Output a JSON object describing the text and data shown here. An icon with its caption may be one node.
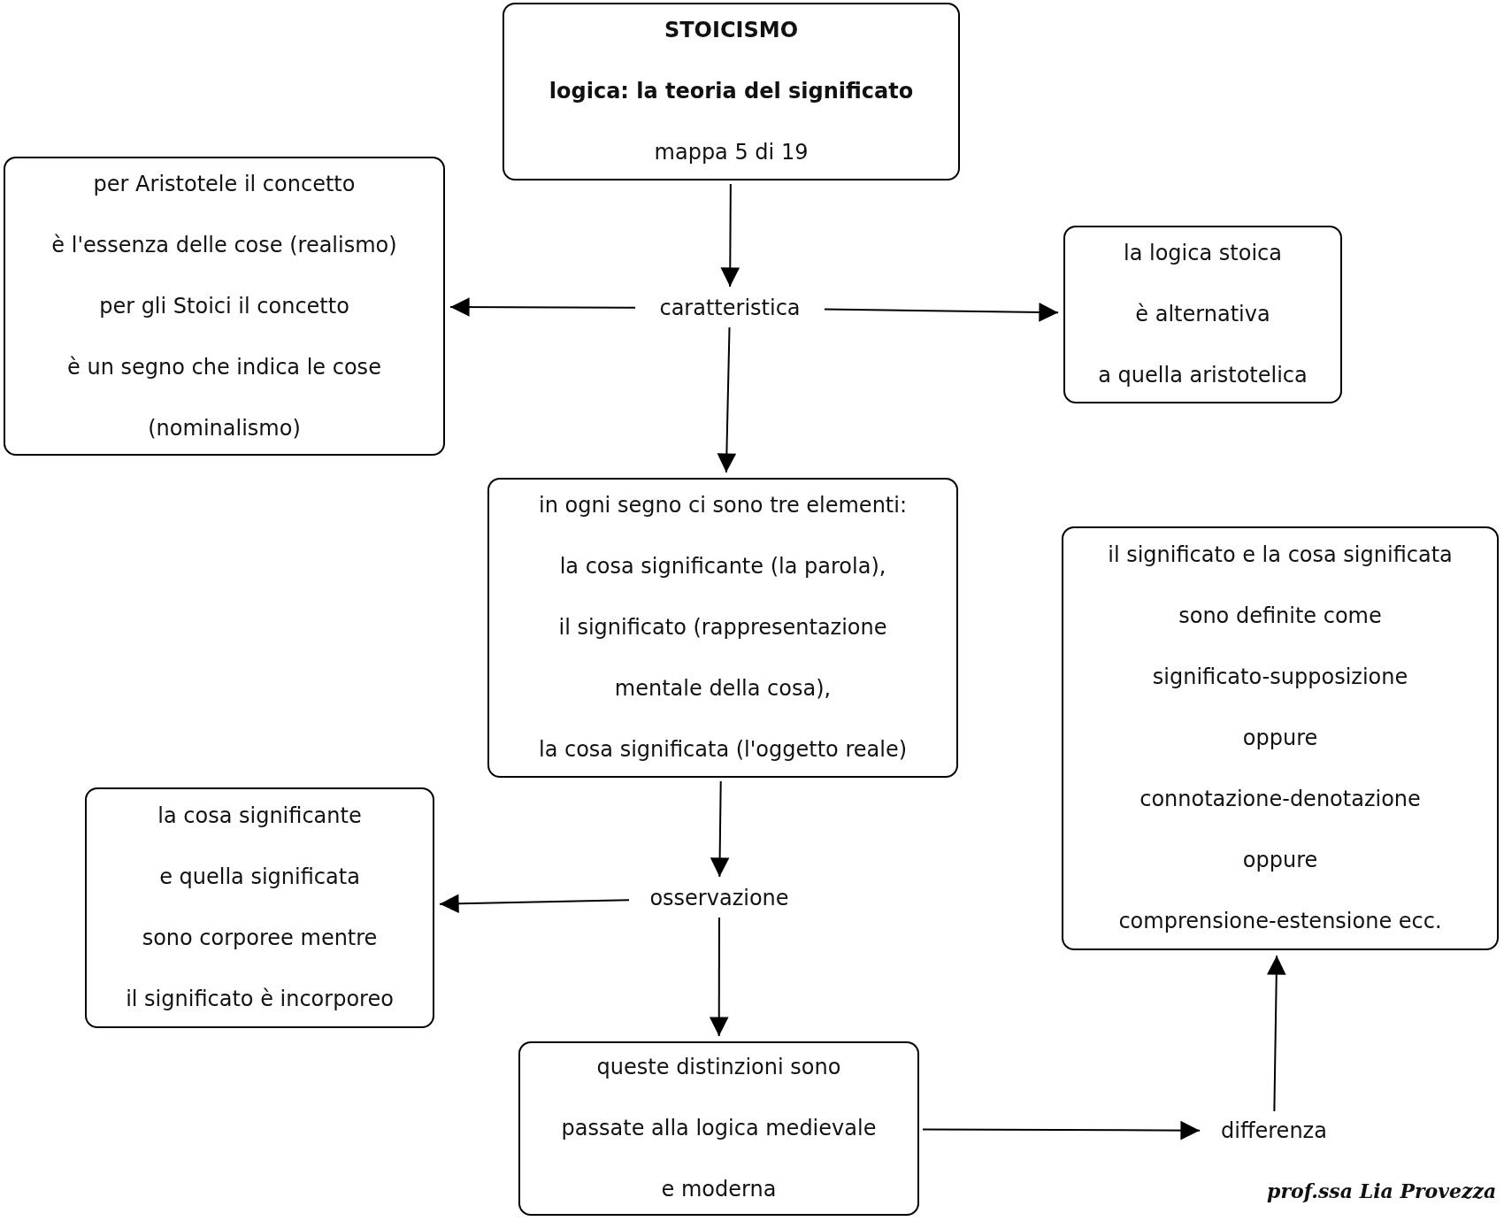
{
  "diagram": {
    "nodes": [
      {
        "text": [
          "STOICISMO",
          "logica: la teoria del significato",
          "mappa 5 di 19"
        ]
      },
      {
        "text": [
          "caratteristica"
        ]
      },
      {
        "text": [
          "per Aristotele il concetto",
          "è l'essenza delle cose (realismo)",
          "per gli Stoici il concetto",
          "è un segno che indica le cose",
          "(nominalismo)"
        ]
      },
      {
        "text": [
          "la logica stoica",
          "è alternativa",
          "a quella aristotelica"
        ]
      },
      {
        "text": [
          "in ogni segno ci sono tre elementi:",
          "la cosa significante (la parola),",
          "il significato (rappresentazione",
          "mentale della cosa),",
          "la cosa significata (l'oggetto reale)"
        ]
      },
      {
        "text": [
          "il significato e la cosa significata",
          "sono definite come",
          "significato-supposizione",
          "oppure",
          "connotazione-denotazione",
          "oppure",
          "comprensione-estensione ecc."
        ]
      },
      {
        "text": [
          "osservazione"
        ]
      },
      {
        "text": [
          "la cosa significante",
          "e quella significata",
          "sono corporee mentre",
          "il significato è incorporeo"
        ]
      },
      {
        "text": [
          "queste distinzioni sono",
          "passate alla logica medievale",
          "e moderna"
        ]
      },
      {
        "text": [
          "differenza"
        ]
      }
    ],
    "edges": [
      {
        "from": 0,
        "to": 1,
        "arrow": "to"
      },
      {
        "from": 1,
        "to": 2,
        "arrow": "to"
      },
      {
        "from": 1,
        "to": 3,
        "arrow": "to"
      },
      {
        "from": 1,
        "to": 4,
        "arrow": "to"
      },
      {
        "from": 4,
        "to": 6,
        "arrow": "to"
      },
      {
        "from": 6,
        "to": 7,
        "arrow": "to"
      },
      {
        "from": 6,
        "to": 8,
        "arrow": "to"
      },
      {
        "from": 8,
        "to": 9,
        "arrow": "to"
      },
      {
        "from": 9,
        "to": 5,
        "arrow": "to"
      }
    ],
    "labels": [
      "prof.ssa Lia Provezza"
    ]
  }
}
